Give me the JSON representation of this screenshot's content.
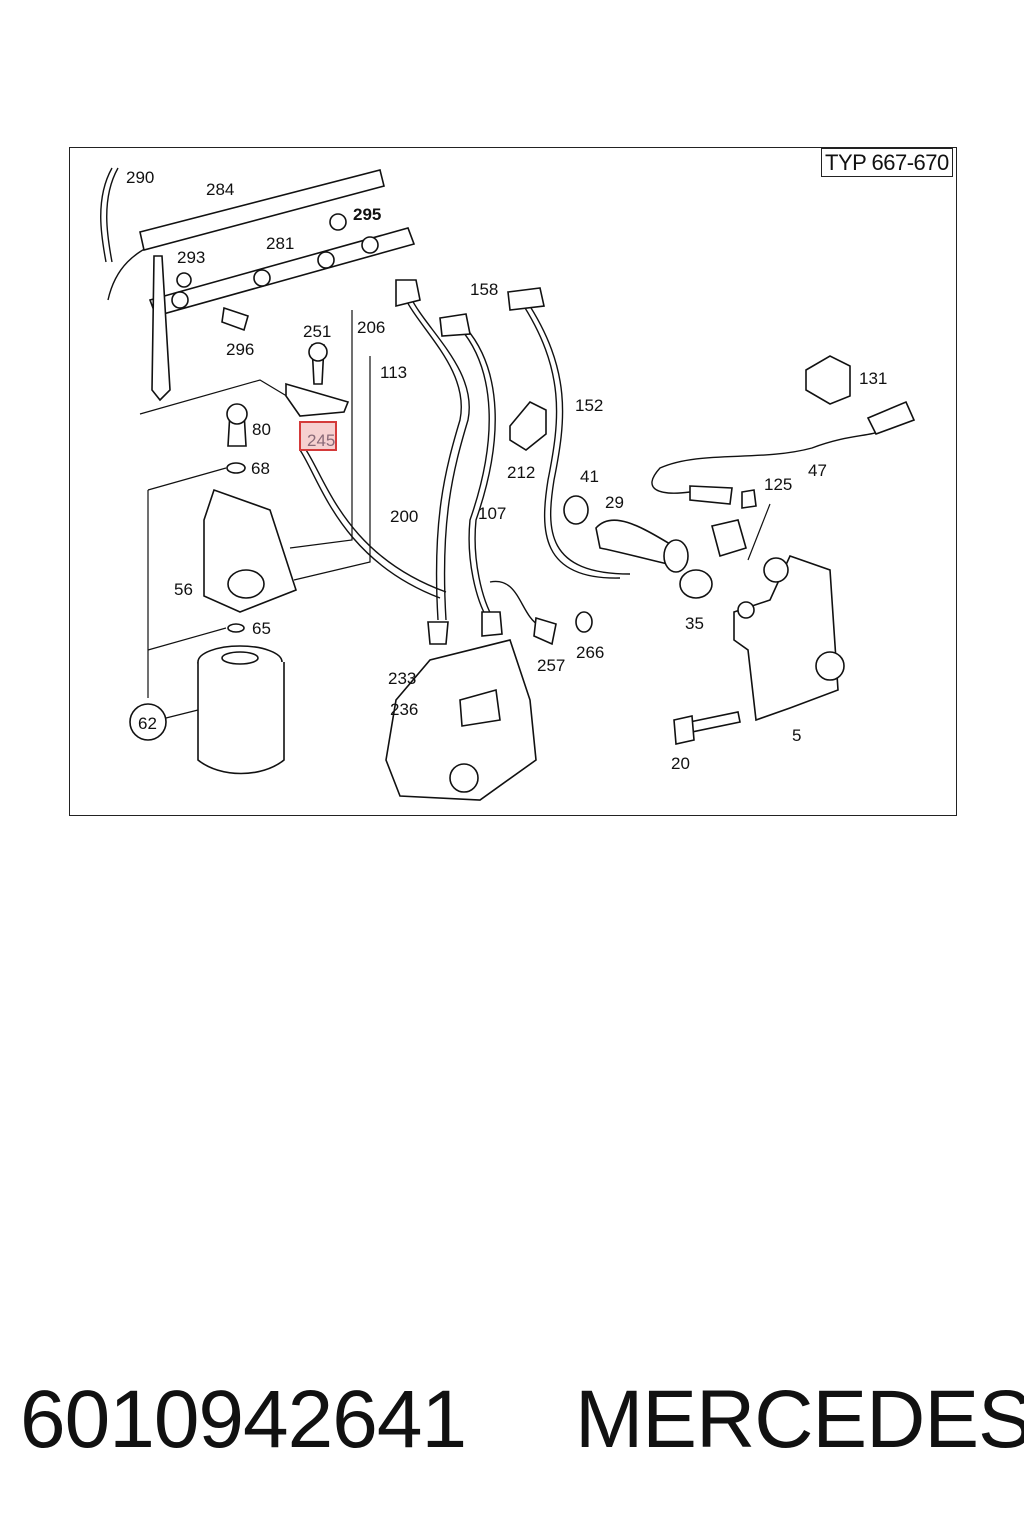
{
  "diagram": {
    "type_label": "TYP 667-670",
    "highlighted_part": "245",
    "labels": [
      "290",
      "284",
      "295",
      "281",
      "293",
      "296",
      "251",
      "206",
      "113",
      "158",
      "152",
      "131",
      "80",
      "68",
      "245",
      "212",
      "41",
      "29",
      "125",
      "47",
      "200",
      "107",
      "56",
      "65",
      "62",
      "35",
      "233",
      "236",
      "257",
      "266",
      "20",
      "5"
    ]
  },
  "footer": {
    "part_number": "6010942641",
    "brand": "MERCEDES"
  }
}
